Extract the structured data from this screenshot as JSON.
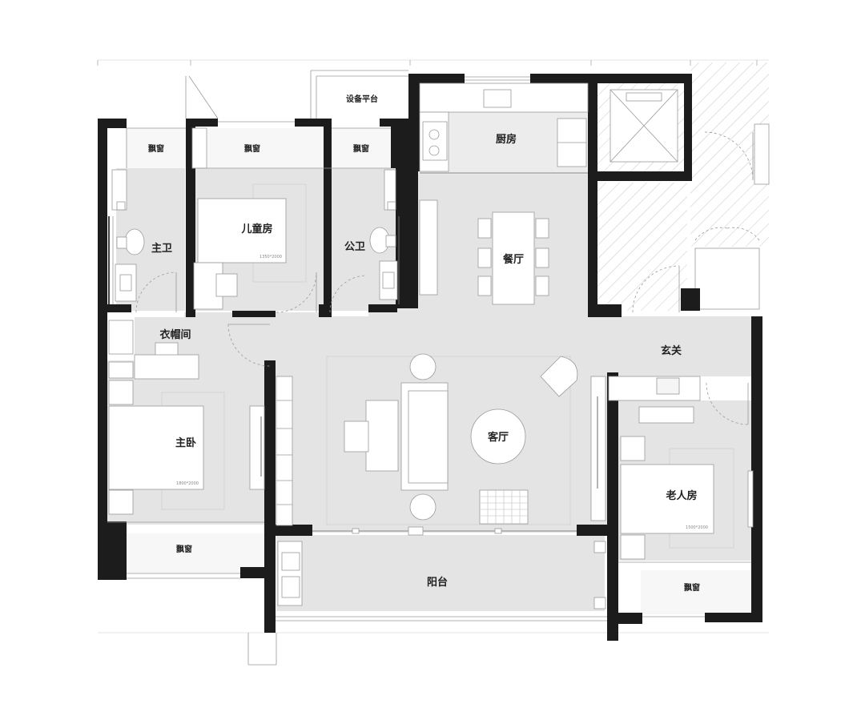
{
  "rooms": {
    "equipment_platform": "设备平台",
    "kitchen": "厨房",
    "dining": "餐厅",
    "master_bath": "主卫",
    "kids_room": "儿童房",
    "public_bath": "公卫",
    "cloakroom": "衣帽间",
    "foyer": "玄关",
    "living": "客厅",
    "master_bedroom": "主卧",
    "elderly_room": "老人房",
    "balcony": "阳台"
  },
  "bay_windows": {
    "master_bath_window": "飘窗",
    "kids_window": "飘窗",
    "public_bath_window": "飘窗",
    "master_bedroom_window": "飘窗",
    "elderly_window": "飘窗"
  },
  "bed_sizes": {
    "kids_bed": "1350*2000",
    "master_bed": "1800*2000",
    "elderly_bed": "1500*2000"
  }
}
